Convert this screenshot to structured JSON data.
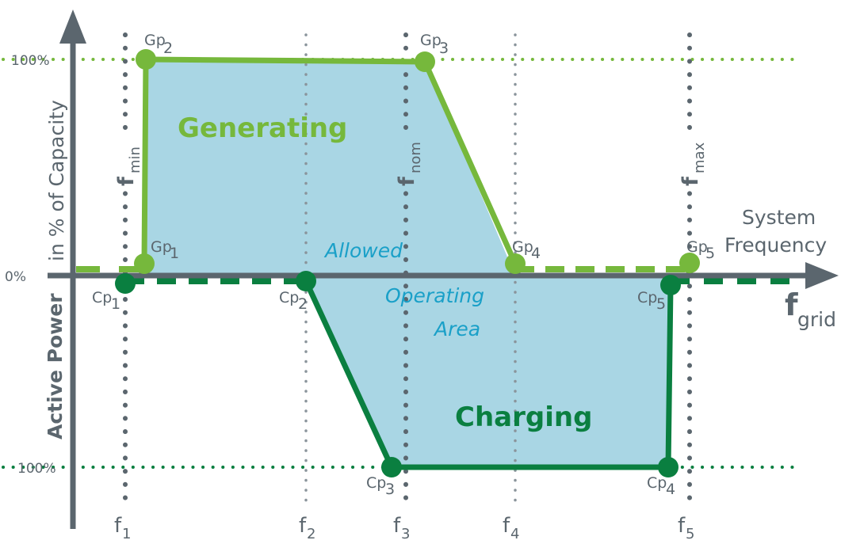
{
  "diagram": {
    "y_axis": {
      "label_bold": "Active Power",
      "label_regular": "in % of Capacity",
      "ticks": {
        "top": "100%",
        "zero": "0%",
        "bottom": "100%"
      }
    },
    "x_axis": {
      "label_line1": "System",
      "label_line2": "Frequency",
      "symbol": "f",
      "symbol_sub": "grid"
    },
    "frequency_lines": [
      {
        "id": "f1",
        "base": "f",
        "sub": "1",
        "alt_base": "f",
        "alt_sub": "min",
        "style": "bold"
      },
      {
        "id": "f2",
        "base": "f",
        "sub": "2",
        "style": "light"
      },
      {
        "id": "f3",
        "base": "f",
        "sub": "3",
        "alt_base": "f",
        "alt_sub": "nom",
        "style": "bold"
      },
      {
        "id": "f4",
        "base": "f",
        "sub": "4",
        "style": "light"
      },
      {
        "id": "f5",
        "base": "f",
        "sub": "5",
        "alt_base": "f",
        "alt_sub": "max",
        "style": "bold"
      }
    ],
    "generating_points": [
      {
        "base": "Gp",
        "sub": "1"
      },
      {
        "base": "Gp",
        "sub": "2"
      },
      {
        "base": "Gp",
        "sub": "3"
      },
      {
        "base": "Gp",
        "sub": "4"
      },
      {
        "base": "Gp",
        "sub": "5"
      }
    ],
    "charging_points": [
      {
        "base": "Cp",
        "sub": "1"
      },
      {
        "base": "Cp",
        "sub": "2"
      },
      {
        "base": "Cp",
        "sub": "3"
      },
      {
        "base": "Cp",
        "sub": "4"
      },
      {
        "base": "Cp",
        "sub": "5"
      }
    ],
    "regions": {
      "generating": "Generating",
      "charging": "Charging",
      "area_line1": "Allowed",
      "area_line2": "Operating",
      "area_line3": "Area"
    },
    "colors": {
      "generating": "#76b83c",
      "charging": "#0a7f40",
      "area_fill": "#a9d6e4",
      "axis": "#5b666e",
      "area_text": "#1aa0c8"
    }
  }
}
